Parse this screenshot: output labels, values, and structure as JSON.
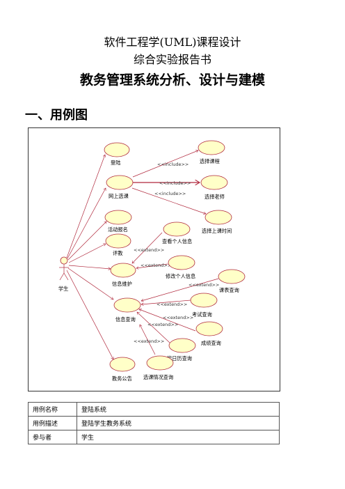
{
  "header": {
    "line1": "软件工程学(UML)课程设计",
    "line2": "综合实验报告书",
    "line3": "教务管理系统分析、设计与建模"
  },
  "section": {
    "title": "一、用例图"
  },
  "diagram": {
    "actor": "学生",
    "use_cases": {
      "login": "登陆",
      "online_select": "网上选课",
      "activity_signup": "活动报名",
      "evaluation": "评教",
      "info_maintain": "信息维护",
      "info_query": "信息查询",
      "notice": "教务公告",
      "select_course": "选择课程",
      "select_teacher": "选择老师",
      "select_time": "选择上课时间",
      "view_personal": "查看个人信息",
      "edit_personal": "修改个人信息",
      "timetable_query": "课表查询",
      "exam_query": "考试查询",
      "score_query": "成绩查询",
      "calendar_query": "学日历查询",
      "selection_query": "选课情况查询"
    },
    "stereotypes": {
      "include": "<<include>>",
      "extend": "<<extend>>"
    }
  },
  "table": {
    "rows": [
      {
        "key": "用例名称",
        "value": "登陆系统"
      },
      {
        "key": "用例描述",
        "value": "登陆学生教务系统"
      },
      {
        "key": "参与者",
        "value": "学生"
      }
    ]
  }
}
